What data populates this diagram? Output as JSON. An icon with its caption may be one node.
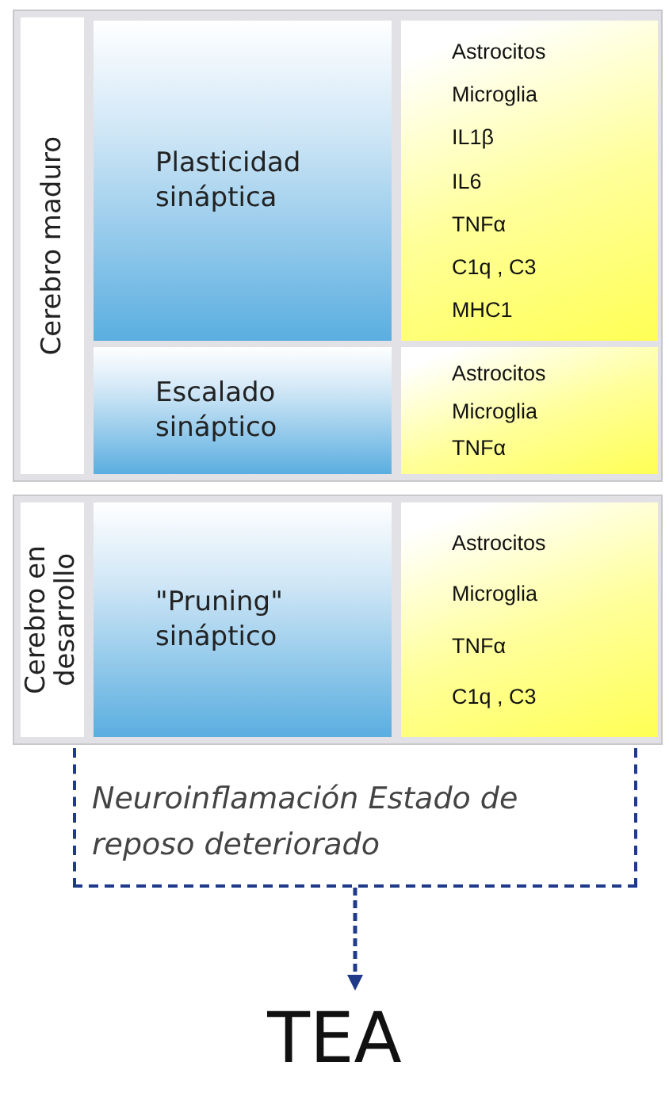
{
  "diagram": {
    "nodes": [
      {
        "text": [
          "Cerebro maduro"
        ]
      },
      {
        "text": [
          "Plasticidad sináptica"
        ],
        "in": 0
      },
      {
        "text": [
          "Astrocitos",
          "Microglia",
          "IL1β",
          "IL6",
          "TNFα",
          "C1q , C3",
          "MHC1"
        ],
        "in": 0
      },
      {
        "text": [
          "Escalado sináptico"
        ],
        "in": 0
      },
      {
        "text": [
          "Astrocitos",
          "Microglia",
          "TNFα"
        ],
        "in": 0
      },
      {
        "text": [
          "Cerebro en desarrollo"
        ]
      },
      {
        "text": [
          "\"Pruning\" sináptico"
        ],
        "in": 5
      },
      {
        "text": [
          "Astrocitos",
          "Microglia",
          "TNFα",
          "C1q , C3"
        ],
        "in": 5
      },
      {
        "text": [
          "Neuroinflamación Estado de reposo deteriorado"
        ]
      },
      {
        "text": [
          "TEA"
        ]
      }
    ],
    "edges": [
      {
        "from": 8,
        "to": 9,
        "arrow": "to",
        "style": "dashed"
      }
    ]
  }
}
